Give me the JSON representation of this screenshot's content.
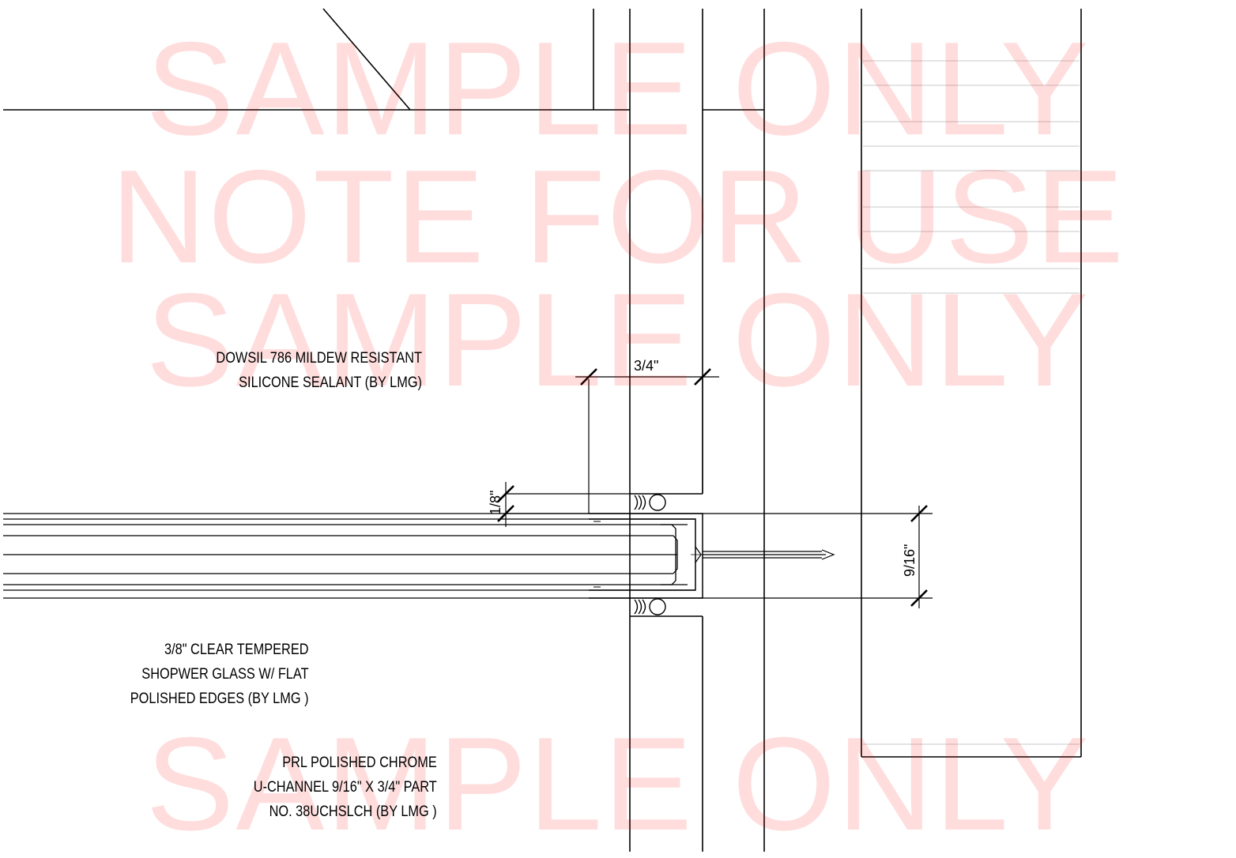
{
  "watermark": {
    "lines": [
      "SAMPLE ONLY",
      "NOTE FOR USE",
      "SAMPLE ONLY",
      "SAMPLE ONLY"
    ],
    "color": "#ff0000"
  },
  "callouts": {
    "sealant": [
      "DOWSIL 786 MILDEW RESISTANT",
      "SILICONE SEALANT (BY LMG)"
    ],
    "glass": [
      "3/8\" CLEAR TEMPERED",
      "SHOPWER GLASS W/ FLAT",
      "POLISHED EDGES (BY LMG )"
    ],
    "channel": [
      "PRL POLISHED CHROME",
      "U-CHANNEL 9/16\" X 3/4\" PART",
      "NO. 38UCHSLCH (BY LMG )"
    ]
  },
  "dimensions": {
    "channel_depth": "3/4\"",
    "gap": "1/8\"",
    "channel_width": "9/16\""
  },
  "colors": {
    "line": "#000000",
    "hatch": "#c8c8c8",
    "background": "#ffffff"
  }
}
